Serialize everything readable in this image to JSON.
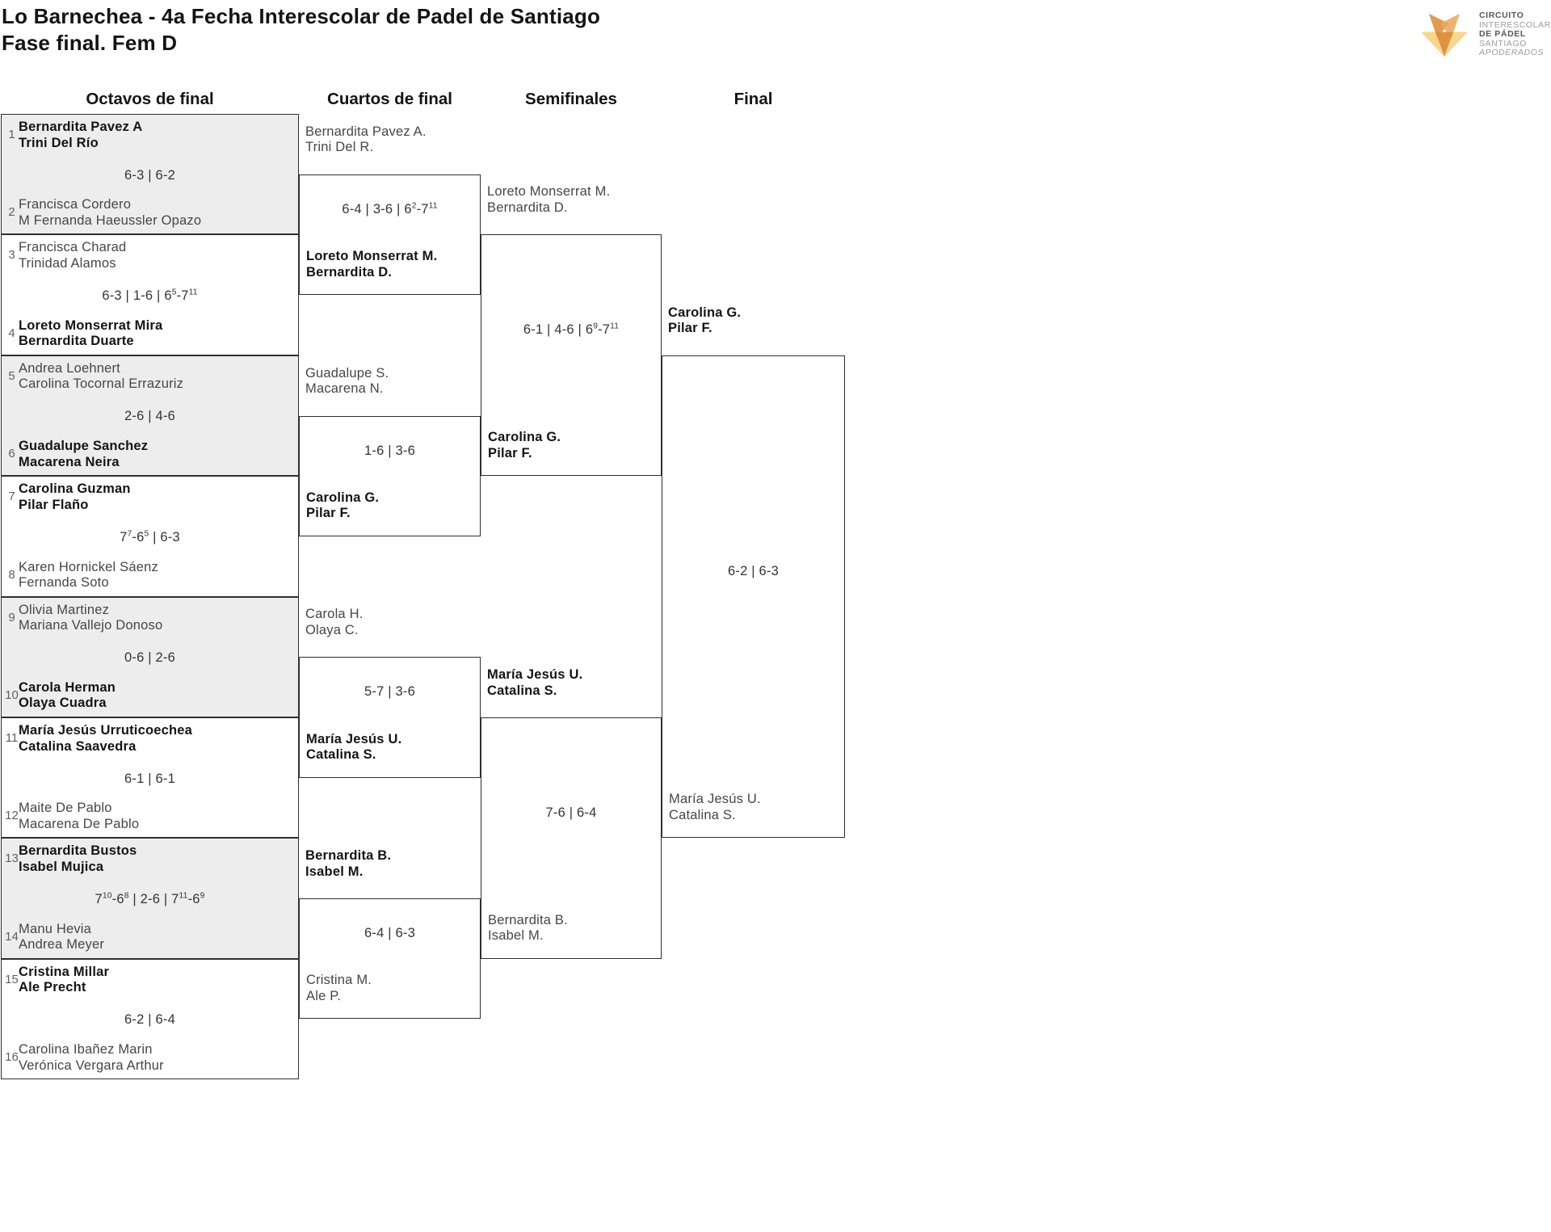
{
  "header": {
    "title": "Lo Barnechea - 4a Fecha Interescolar de Padel de Santiago",
    "subtitle": "Fase final. Fem D"
  },
  "logo": {
    "lines": [
      "CIRCUITO",
      "INTERESCOLAR",
      "DE PÁDEL",
      "SANTIAGO",
      "APODERADOS"
    ]
  },
  "colors": {
    "box_shaded": "#ededed",
    "border": "#2e2e2e",
    "logo_light": "#F8D68C",
    "logo_left_ear": "#E09140",
    "logo_right_ear": "#EBA95B",
    "logo_center": "#DB8F3C",
    "logo_text_dark": "#55555E",
    "logo_text_light": "#9B9BA3"
  },
  "rounds": [
    {
      "label": "Octavos de final",
      "matches": [
        {
          "seed_a": "1",
          "team_a": [
            "Bernardita Pavez A",
            "Trini Del Río"
          ],
          "seed_b": "2",
          "team_b": [
            "Francisca Cordero",
            "M Fernanda Haeussler Opazo"
          ],
          "score": "6-3 | 6-2",
          "winner": "a",
          "shaded": true
        },
        {
          "seed_a": "3",
          "team_a": [
            "Francisca Charad",
            "Trinidad Alamos"
          ],
          "seed_b": "4",
          "team_b": [
            "Loreto Monserrat Mira",
            "Bernardita Duarte"
          ],
          "score": "6-3 | 1-6 | 6^5-7^11",
          "winner": "b",
          "shaded": false
        },
        {
          "seed_a": "5",
          "team_a": [
            "Andrea Loehnert",
            "Carolina Tocornal Errazuriz"
          ],
          "seed_b": "6",
          "team_b": [
            "Guadalupe Sanchez",
            "Macarena Neira"
          ],
          "score": "2-6 | 4-6",
          "winner": "b",
          "shaded": true
        },
        {
          "seed_a": "7",
          "team_a": [
            "Carolina Guzman",
            "Pilar Flaño"
          ],
          "seed_b": "8",
          "team_b": [
            "Karen Hornickel Sáenz",
            "Fernanda Soto"
          ],
          "score": "7^7-6^5 | 6-3",
          "winner": "a",
          "shaded": false
        },
        {
          "seed_a": "9",
          "team_a": [
            "Olivia Martinez",
            "Mariana Vallejo Donoso"
          ],
          "seed_b": "10",
          "team_b": [
            "Carola Herman",
            "Olaya Cuadra"
          ],
          "score": "0-6 | 2-6",
          "winner": "b",
          "shaded": true
        },
        {
          "seed_a": "11",
          "team_a": [
            "María Jesús Urruticoechea",
            "Catalina Saavedra"
          ],
          "seed_b": "12",
          "team_b": [
            "Maite De Pablo",
            "Macarena De Pablo"
          ],
          "score": "6-1 | 6-1",
          "winner": "a",
          "shaded": false
        },
        {
          "seed_a": "13",
          "team_a": [
            "Bernardita Bustos",
            "Isabel Mujica"
          ],
          "seed_b": "14",
          "team_b": [
            "Manu Hevia",
            "Andrea Meyer"
          ],
          "score": "7^10-6^8 | 2-6 | 7^11-6^9",
          "winner": "a",
          "shaded": true
        },
        {
          "seed_a": "15",
          "team_a": [
            "Cristina Millar",
            "Ale Precht"
          ],
          "seed_b": "16",
          "team_b": [
            "Carolina Ibañez Marin",
            "Verónica Vergara Arthur"
          ],
          "score": "6-2 | 6-4",
          "winner": "a",
          "shaded": false
        }
      ]
    },
    {
      "label": "Cuartos de final",
      "matches": [
        {
          "team_a": [
            "Bernardita Pavez A.",
            "Trini Del R."
          ],
          "team_b": [
            "Loreto Monserrat M.",
            "Bernardita D."
          ],
          "score": "6-4 | 3-6 | 6^2-7^11",
          "winner": "b"
        },
        {
          "team_a": [
            "Guadalupe S.",
            "Macarena N."
          ],
          "team_b": [
            "Carolina G.",
            "Pilar F."
          ],
          "score": "1-6 | 3-6",
          "winner": "b"
        },
        {
          "team_a": [
            "Carola H.",
            "Olaya C."
          ],
          "team_b": [
            "María Jesús U.",
            "Catalina S."
          ],
          "score": "5-7 | 3-6",
          "winner": "b"
        },
        {
          "team_a": [
            "Bernardita B.",
            "Isabel M."
          ],
          "team_b": [
            "Cristina M.",
            "Ale P."
          ],
          "score": "6-4 | 6-3",
          "winner": "a"
        }
      ]
    },
    {
      "label": "Semifinales",
      "matches": [
        {
          "team_a": [
            "Loreto Monserrat M.",
            "Bernardita D."
          ],
          "team_b": [
            "Carolina G.",
            "Pilar F."
          ],
          "score": "6-1 | 4-6 | 6^9-7^11",
          "winner": "b"
        },
        {
          "team_a": [
            "María Jesús U.",
            "Catalina S."
          ],
          "team_b": [
            "Bernardita B.",
            "Isabel M."
          ],
          "score": "7-6 | 6-4",
          "winner": "a"
        }
      ]
    },
    {
      "label": "Final",
      "matches": [
        {
          "team_a": [
            "Carolina G.",
            "Pilar F."
          ],
          "team_b": [
            "María Jesús U.",
            "Catalina S."
          ],
          "score": "6-2 | 6-3",
          "winner": "a"
        }
      ]
    }
  ]
}
